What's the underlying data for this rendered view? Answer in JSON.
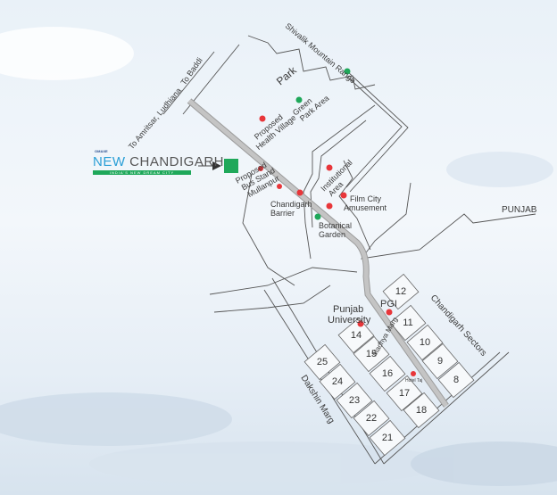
{
  "logo": {
    "brand_small": "OMAXE",
    "name_part1": "NEW",
    "name_part2": "CHANDIGARH",
    "tagline": "INDIA'S NEW DREAM CITY",
    "color": "#1fa85a"
  },
  "colors": {
    "red_marker": "#e8363a",
    "green_marker": "#1fa85a",
    "road": "#a9a9a9"
  },
  "roads": {
    "to_baddi": "To Baddi",
    "to_amritsar": "To Amritsar, Ludhiana",
    "madhya_marg": "Madhya Marg",
    "dakshin_marg": "Dakshin Marg"
  },
  "regions": {
    "park": "Park",
    "shivalik": "Shivalik Mountain Range",
    "punjab": "PUNJAB",
    "chandigarh_sectors": "Chandigarh Sectors"
  },
  "places": {
    "health_village": [
      "Proposed",
      "Health Village"
    ],
    "green_park": [
      "Green",
      "Park Area"
    ],
    "bus_stand": [
      "Proposed",
      "Bus Stand",
      "Mullanpur"
    ],
    "barrier": [
      "Chandigarh",
      "Barrier"
    ],
    "institutional": [
      "Institutional",
      "Area"
    ],
    "film_city": [
      "Film City",
      "Amusement"
    ],
    "botanical": [
      "Botanical",
      "Garden"
    ],
    "punjab_university": [
      "Punjab",
      "University"
    ],
    "pgi": "PGI",
    "hotel_taj": "Hotel Taj"
  },
  "sectors": [
    "12",
    "11",
    "10",
    "9",
    "8",
    "14",
    "15",
    "16",
    "17",
    "18",
    "25",
    "24",
    "23",
    "22",
    "21"
  ]
}
